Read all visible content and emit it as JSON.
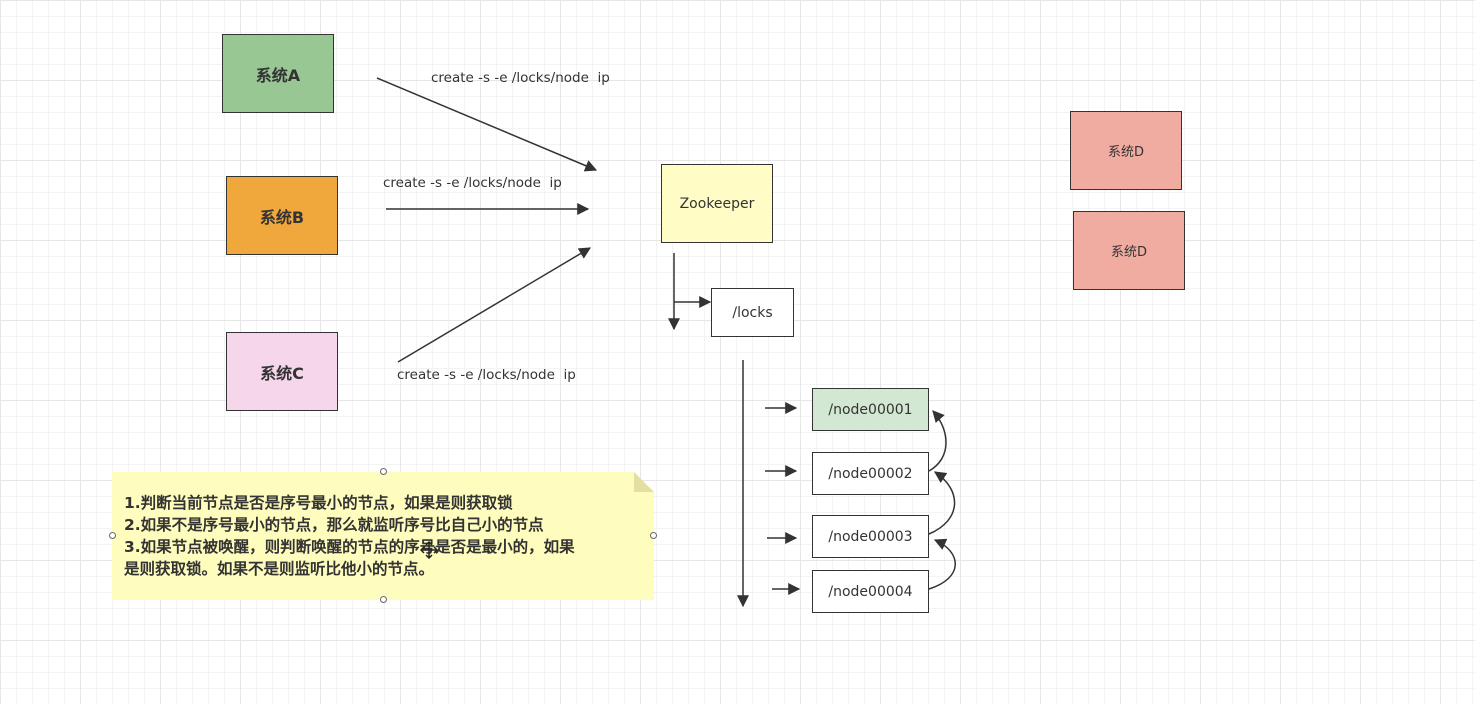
{
  "nodes": {
    "system_a": {
      "label": "系统A",
      "fill": "#99c794"
    },
    "system_b": {
      "label": "系统B",
      "fill": "#f0a83c"
    },
    "system_c": {
      "label": "系统C",
      "fill": "#f6d6ea"
    },
    "zookeeper": {
      "label": "Zookeeper",
      "fill": "#fffcc6"
    },
    "locks": {
      "label": "/locks",
      "fill": "#ffffff"
    },
    "node1": {
      "label": "/node00001",
      "fill": "#d3e8d2"
    },
    "node2": {
      "label": "/node00002",
      "fill": "#ffffff"
    },
    "node3": {
      "label": "/node00003",
      "fill": "#ffffff"
    },
    "node4": {
      "label": "/node00004",
      "fill": "#ffffff"
    },
    "system_d1": {
      "label": "系统D",
      "fill": "#f0aca1"
    },
    "system_d2": {
      "label": "系统D",
      "fill": "#f0aca1"
    }
  },
  "edge_labels": {
    "a_to_zk": "create -s -e /locks/node  ip",
    "b_to_zk": "create -s -e /locks/node  ip",
    "c_to_zk": "create -s -e /locks/node  ip"
  },
  "note": {
    "lines": [
      "1.判断当前节点是否是序号最小的节点，如果是则获取锁",
      "2.如果不是序号最小的节点，那么就监听序号比自己小的节点",
      "3.如果节点被唤醒，则判断唤醒的节点的序号是否是最小的，如果",
      "是则获取锁。如果不是则监听比他小的节点。"
    ]
  },
  "colors": {
    "stroke": "#333333",
    "grid": "#e6e6e6",
    "note_fill": "#fffdbd"
  }
}
